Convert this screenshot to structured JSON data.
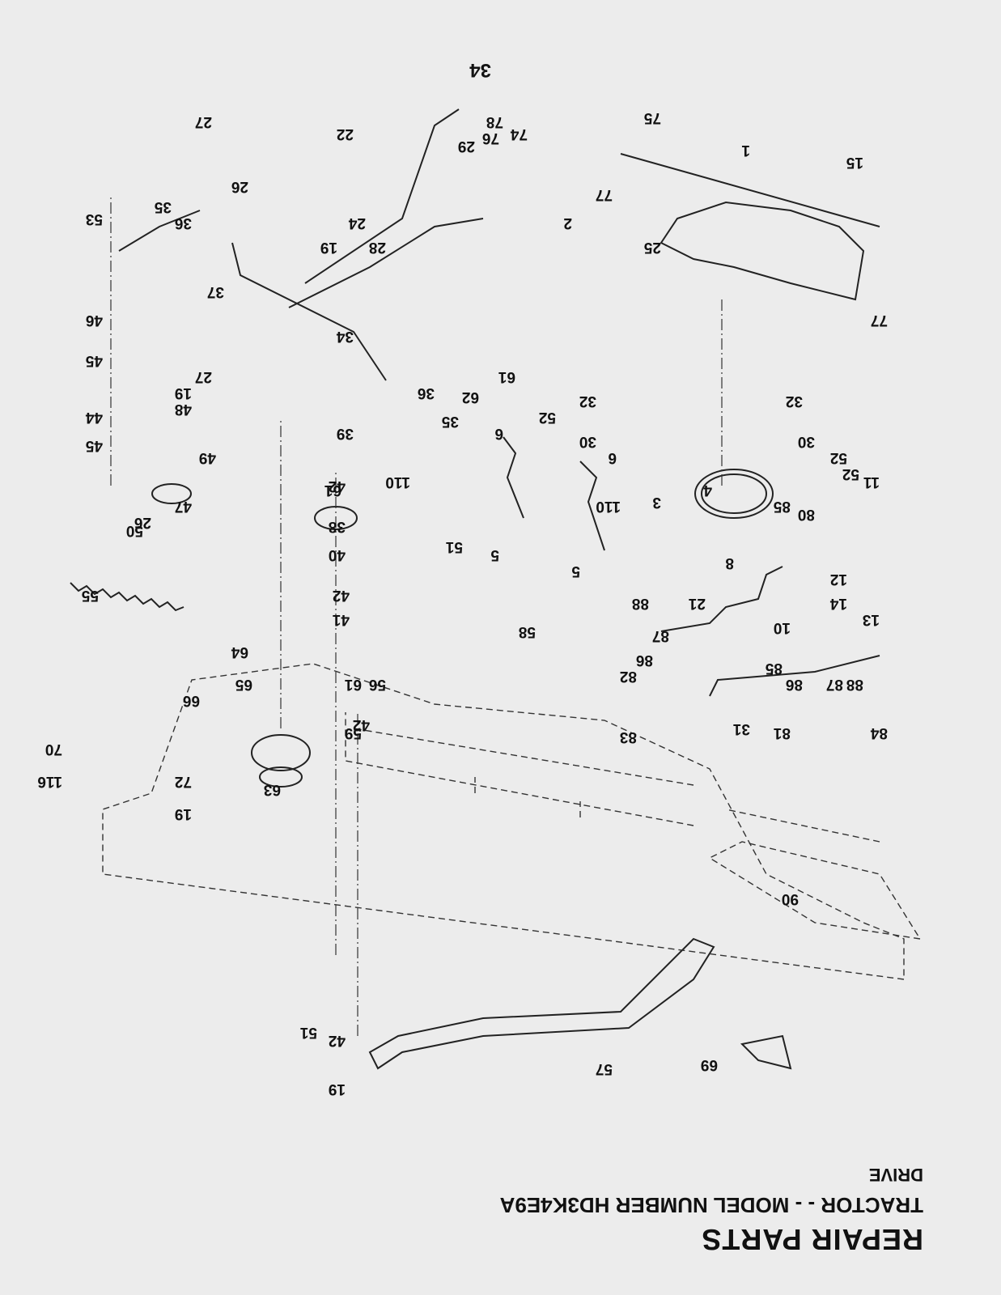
{
  "header": {
    "title": "REPAIR PARTS",
    "model_line": "TRACTOR - - MODEL NUMBER HD3K4E9A",
    "section": "DRIVE"
  },
  "page_number": "34",
  "callouts": [
    "1",
    "2",
    "3",
    "4",
    "5",
    "5",
    "6",
    "6",
    "8",
    "10",
    "11",
    "12",
    "13",
    "14",
    "15",
    "19",
    "19",
    "19",
    "19",
    "21",
    "22",
    "24",
    "25",
    "26",
    "26",
    "27",
    "27",
    "28",
    "29",
    "30",
    "30",
    "31",
    "32",
    "32",
    "34",
    "35",
    "35",
    "36",
    "36",
    "37",
    "38",
    "39",
    "40",
    "41",
    "42",
    "42",
    "42",
    "42",
    "44",
    "45",
    "45",
    "46",
    "47",
    "48",
    "49",
    "50",
    "51",
    "51",
    "52",
    "52",
    "52",
    "53",
    "55",
    "56",
    "57",
    "58",
    "59",
    "61",
    "61",
    "61",
    "62",
    "63",
    "64",
    "65",
    "66",
    "69",
    "70",
    "72",
    "74",
    "75",
    "76",
    "77",
    "77",
    "78",
    "80",
    "81",
    "82",
    "83",
    "84",
    "85",
    "85",
    "86",
    "86",
    "87",
    "87",
    "88",
    "88",
    "90",
    "110",
    "110",
    "116"
  ]
}
